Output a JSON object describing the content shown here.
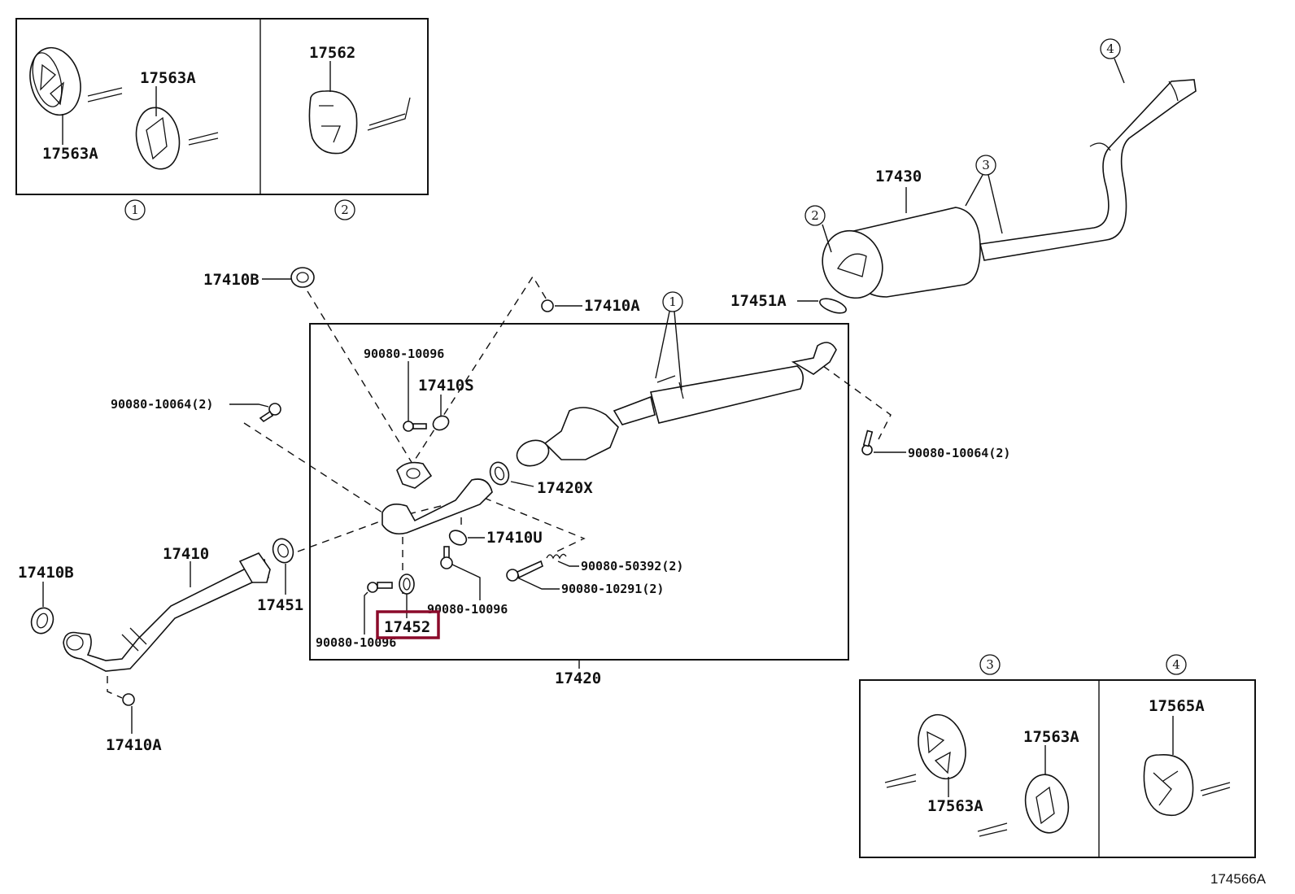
{
  "diagram": {
    "type": "exploded parts diagram",
    "subject": "Exhaust pipe system",
    "reference_code": "174566A",
    "highlighted_part": "17452",
    "highlight_color": "#8b0a2a",
    "callouts": [
      "1",
      "2",
      "3",
      "4"
    ],
    "inset_boxes": {
      "box_1": {
        "callout": "1",
        "parts": [
          "17563A",
          "17563A"
        ]
      },
      "box_2": {
        "callout": "2",
        "parts": [
          "17562"
        ]
      },
      "box_3": {
        "callout": "3",
        "parts": [
          "17563A",
          "17563A"
        ]
      },
      "box_4": {
        "callout": "4",
        "parts": [
          "17565A"
        ]
      }
    },
    "labels": {
      "p17410B_top": "17410B",
      "p17410B_left": "17410B",
      "p17410A_top": "17410A",
      "p17410A_bottom": "17410A",
      "p17410": "17410",
      "p17451": "17451",
      "p17451A": "17451A",
      "p17430": "17430",
      "p17420": "17420",
      "p17420X": "17420X",
      "p17410S": "17410S",
      "p17410U": "17410U",
      "p17452": "17452",
      "b_90080_10096_top": "90080-10096",
      "b_90080_10096_mid": "90080-10096",
      "b_90080_10096_bot": "90080-10096",
      "b_90080_10064_left": "90080-10064(2)",
      "b_90080_10064_right": "90080-10064(2)",
      "b_90080_50392": "90080-50392(2)",
      "b_90080_10291": "90080-10291(2)",
      "box1_a": "17563A",
      "box1_b": "17563A",
      "box2_a": "17562",
      "box3_a": "17563A",
      "box3_b": "17563A",
      "box4_a": "17565A",
      "c1": "1",
      "c2": "2",
      "c3": "3",
      "c4": "4",
      "c1_top": "1",
      "c2_top": "2",
      "c3_top": "3",
      "c4_top": "4"
    }
  }
}
